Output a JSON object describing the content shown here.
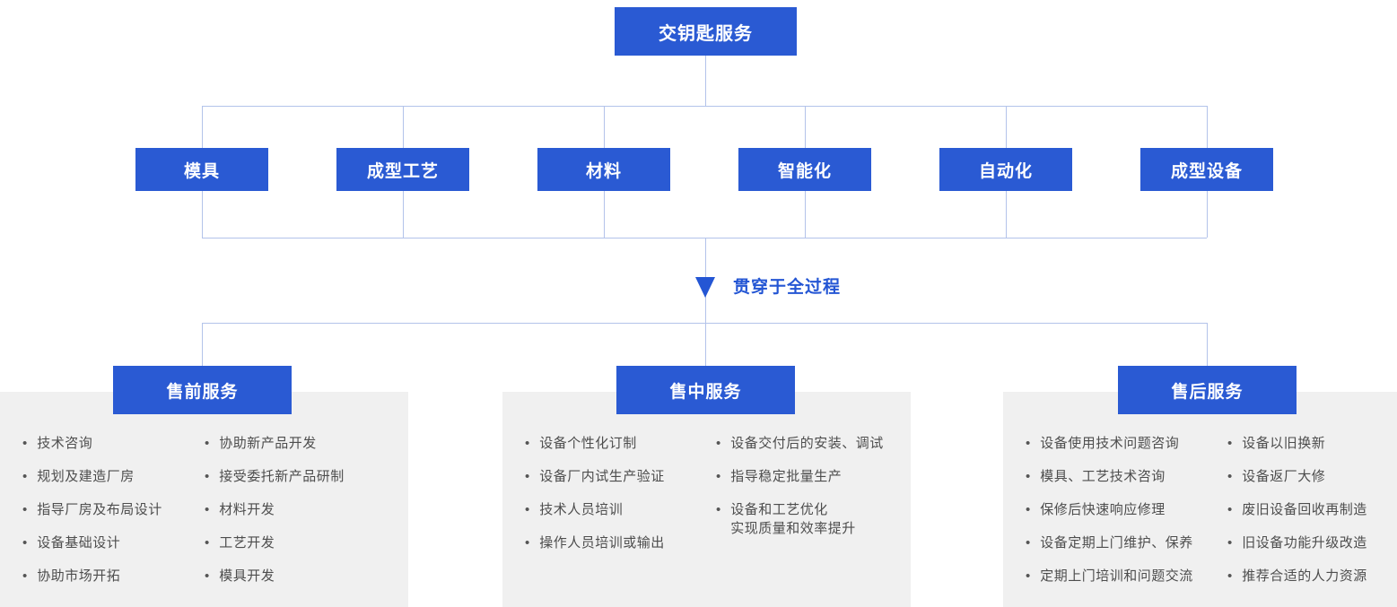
{
  "diagram": {
    "root": {
      "label": "交钥匙服务"
    },
    "level2": [
      {
        "label": "模具"
      },
      {
        "label": "成型工艺"
      },
      {
        "label": "材料"
      },
      {
        "label": "智能化"
      },
      {
        "label": "自动化"
      },
      {
        "label": "成型设备"
      }
    ],
    "process_note": {
      "label": "贯穿于全过程",
      "arrow_icon": "triangle-down"
    },
    "sections": [
      {
        "title": "售前服务",
        "columns": [
          [
            "技术咨询",
            "规划及建造厂房",
            "指导厂房及布局设计",
            "设备基础设计",
            "协助市场开拓"
          ],
          [
            "协助新产品开发",
            "接受委托新产品研制",
            "材料开发",
            "工艺开发",
            "模具开发"
          ]
        ]
      },
      {
        "title": "售中服务",
        "columns": [
          [
            "设备个性化订制",
            "设备厂内试生产验证",
            "技术人员培训",
            "操作人员培训或输出"
          ],
          [
            "设备交付后的安装、调试",
            "指导稳定批量生产",
            "设备和工艺优化\n实现质量和效率提升"
          ]
        ]
      },
      {
        "title": "售后服务",
        "columns": [
          [
            "设备使用技术问题咨询",
            "模具、工艺技术咨询",
            "保修后快速响应修理",
            "设备定期上门维护、保养",
            "定期上门培训和问题交流"
          ],
          [
            "设备以旧换新",
            "设备返厂大修",
            "废旧设备回收再制造",
            "旧设备功能升级改造",
            "推荐合适的人力资源"
          ]
        ]
      }
    ],
    "colors": {
      "node_blue": "#2a5ad3",
      "note_blue": "#2456d4",
      "connector_blue": "#b3c3ea",
      "panel_gray": "#f0f0f0",
      "list_text_gray": "#4d4d4d"
    }
  }
}
